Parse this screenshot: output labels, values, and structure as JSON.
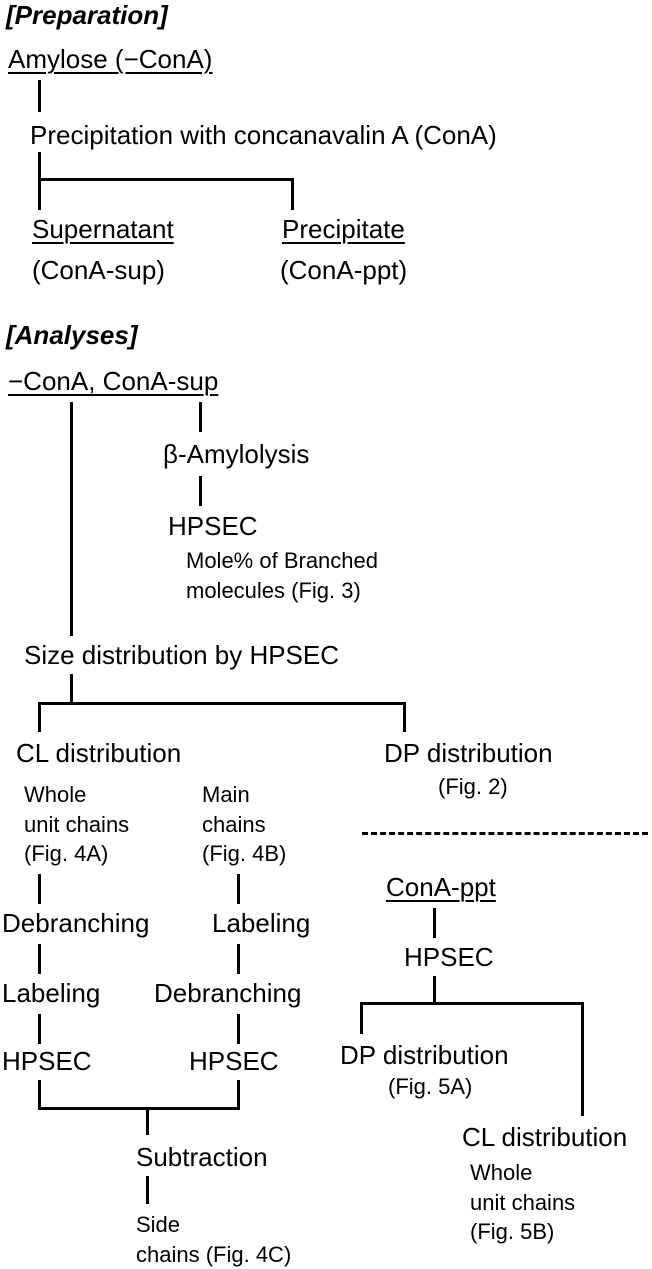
{
  "preparation": {
    "header": "[Preparation]",
    "amylose": "Amylose (−ConA)",
    "precipitation": "Precipitation with concanavalin A (ConA)",
    "supernatant": "Supernatant",
    "supernatant_abbr": "(ConA-sup)",
    "precipitate": "Precipitate",
    "precipitate_abbr": "(ConA-ppt)"
  },
  "analyses": {
    "header": "[Analyses]",
    "samples": "−ConA, ConA-sup",
    "beta_amylolysis": "β-Amylolysis",
    "hpsec": "HPSEC",
    "branched_note_1": "Mole% of Branched",
    "branched_note_2": "molecules (Fig. 3)",
    "size_distribution": "Size distribution by HPSEC",
    "cl_distribution": "CL distribution",
    "dp_distribution": "DP distribution",
    "dp_fig": "(Fig. 2)",
    "whole_1": "Whole",
    "whole_2": "unit chains",
    "whole_3": "(Fig. 4A)",
    "main_1": "Main",
    "main_2": "chains",
    "main_3": "(Fig. 4B)",
    "debranching": "Debranching",
    "labeling": "Labeling",
    "subtraction": "Subtraction",
    "side_1": "Side",
    "side_2": "chains (Fig. 4C)",
    "conA_ppt": "ConA-ppt",
    "ppt_dp_fig": "(Fig. 5A)",
    "ppt_whole_1": "Whole",
    "ppt_whole_2": "unit chains",
    "ppt_whole_3": "(Fig. 5B)"
  }
}
